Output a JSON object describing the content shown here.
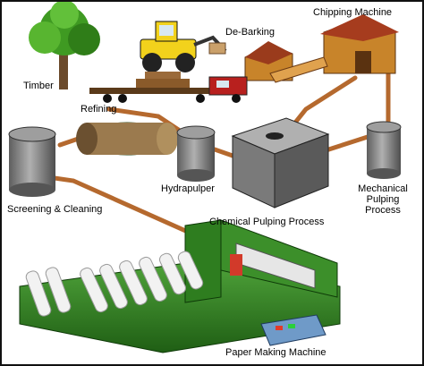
{
  "labels": {
    "timber": "Timber",
    "debarking": "De-Barking",
    "chipping": "Chipping Machine",
    "refining": "Refining",
    "hydrapulper": "Hydrapulper",
    "screening": "Screening & Cleaning",
    "chemical": "Chemical Pulping Process",
    "mechanical_1": "Mechanical",
    "mechanical_2": "Pulping",
    "mechanical_3": "Process",
    "paper_machine": "Paper Making Machine"
  },
  "colors": {
    "pipe": "#c97a3a",
    "tank": "#8a8a8a",
    "machine_green": "#2e7d1f",
    "building_red": "#b84a2a",
    "roll": "#f2f2f2"
  }
}
